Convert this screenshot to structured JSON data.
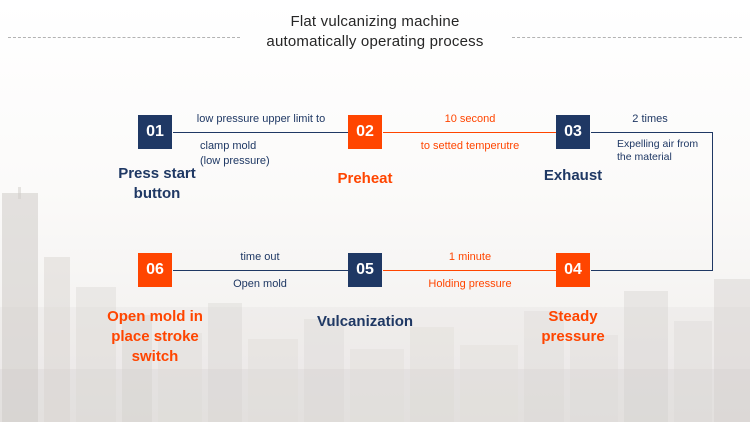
{
  "title": {
    "line1": "Flat vulcanizing machine",
    "line2": "automatically operating process"
  },
  "colors": {
    "navy": "#1f3864",
    "orange": "#ff4500"
  },
  "steps": {
    "step1": {
      "num": "01",
      "label": "Press start button"
    },
    "step2": {
      "num": "02",
      "label": "Preheat"
    },
    "step3": {
      "num": "03",
      "label": "Exhaust"
    },
    "step4": {
      "num": "04",
      "label": "Steady pressure"
    },
    "step5": {
      "num": "05",
      "label": "Vulcanization"
    },
    "step6": {
      "num": "06",
      "label": "Open mold in place stroke switch"
    }
  },
  "connectors": {
    "c1_2": {
      "above": "low pressure upper limit to",
      "below_line1": "clamp mold",
      "below_line2": "(low pressure)"
    },
    "c2_3": {
      "above": "10 second",
      "below": "to setted temperutre"
    },
    "c3_4": {
      "above": "2 times",
      "below": "Expelling air from the material"
    },
    "c6_5": {
      "above": "time out",
      "below": "Open mold"
    },
    "c5_4": {
      "above": "1 minute",
      "below": "Holding pressure"
    }
  }
}
